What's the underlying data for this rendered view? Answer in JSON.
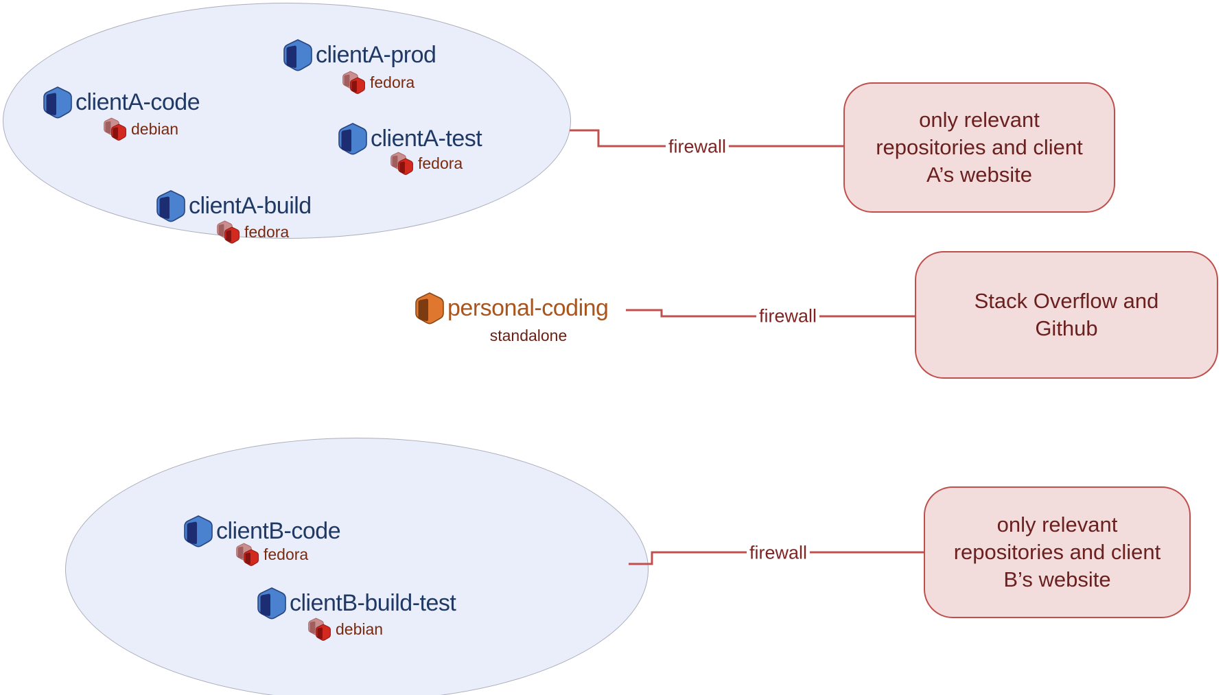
{
  "diagram_title": "",
  "zones": [
    {
      "id": "client-a-network",
      "node_labels": [
        "clientA-prod",
        "clientA-code",
        "clientA-test",
        "clientA-build"
      ]
    },
    {
      "id": "client-b-network",
      "node_labels": [
        "clientB-code",
        "clientB-build-test"
      ]
    }
  ],
  "nodes": [
    {
      "label": "clientA-prod",
      "os": "fedora"
    },
    {
      "label": "clientA-code",
      "os": "debian"
    },
    {
      "label": "clientA-test",
      "os": "fedora"
    },
    {
      "label": "clientA-build",
      "os": "fedora"
    },
    {
      "label": "clientB-code",
      "os": "fedora"
    },
    {
      "label": "clientB-build-test",
      "os": "debian"
    },
    {
      "label": "personal-coding",
      "os": "standalone"
    }
  ],
  "connections": [
    {
      "label": "firewall",
      "from": "client-a-network",
      "to": "only relevant repositories and client A’s website"
    },
    {
      "label": "firewall",
      "from": "personal-coding",
      "to": "Stack Overflow and Github"
    },
    {
      "label": "firewall",
      "from": "client-b-network",
      "to": "only relevant repositories and client B’s website"
    }
  ],
  "boxes": [
    {
      "text": "only relevant\nrepositories and client\nA’s website"
    },
    {
      "text": "Stack Overflow and\nGithub"
    },
    {
      "text": "only relevant\nrepositories and client\nB’s website"
    }
  ],
  "colors": {
    "zone_fill": "#e9eefa",
    "zone_border": "#abadbb",
    "node_label": "#1f3864",
    "personal_label": "#a8551e",
    "os_label": "#79290f",
    "wire": "#c0504d",
    "firewall_label": "#7e2523",
    "box_fill": "#f2dddc",
    "box_border": "#bf4f4c",
    "box_text": "#6b2020",
    "vm_cube_body": "#4a82d0",
    "vm_cube_shade": "#1c2d72",
    "personal_cube_body": "#e0772e",
    "personal_cube_shade": "#7c3b10",
    "os_cube_pink": "#ca8e8e",
    "os_cube_red": "#d32a20"
  }
}
